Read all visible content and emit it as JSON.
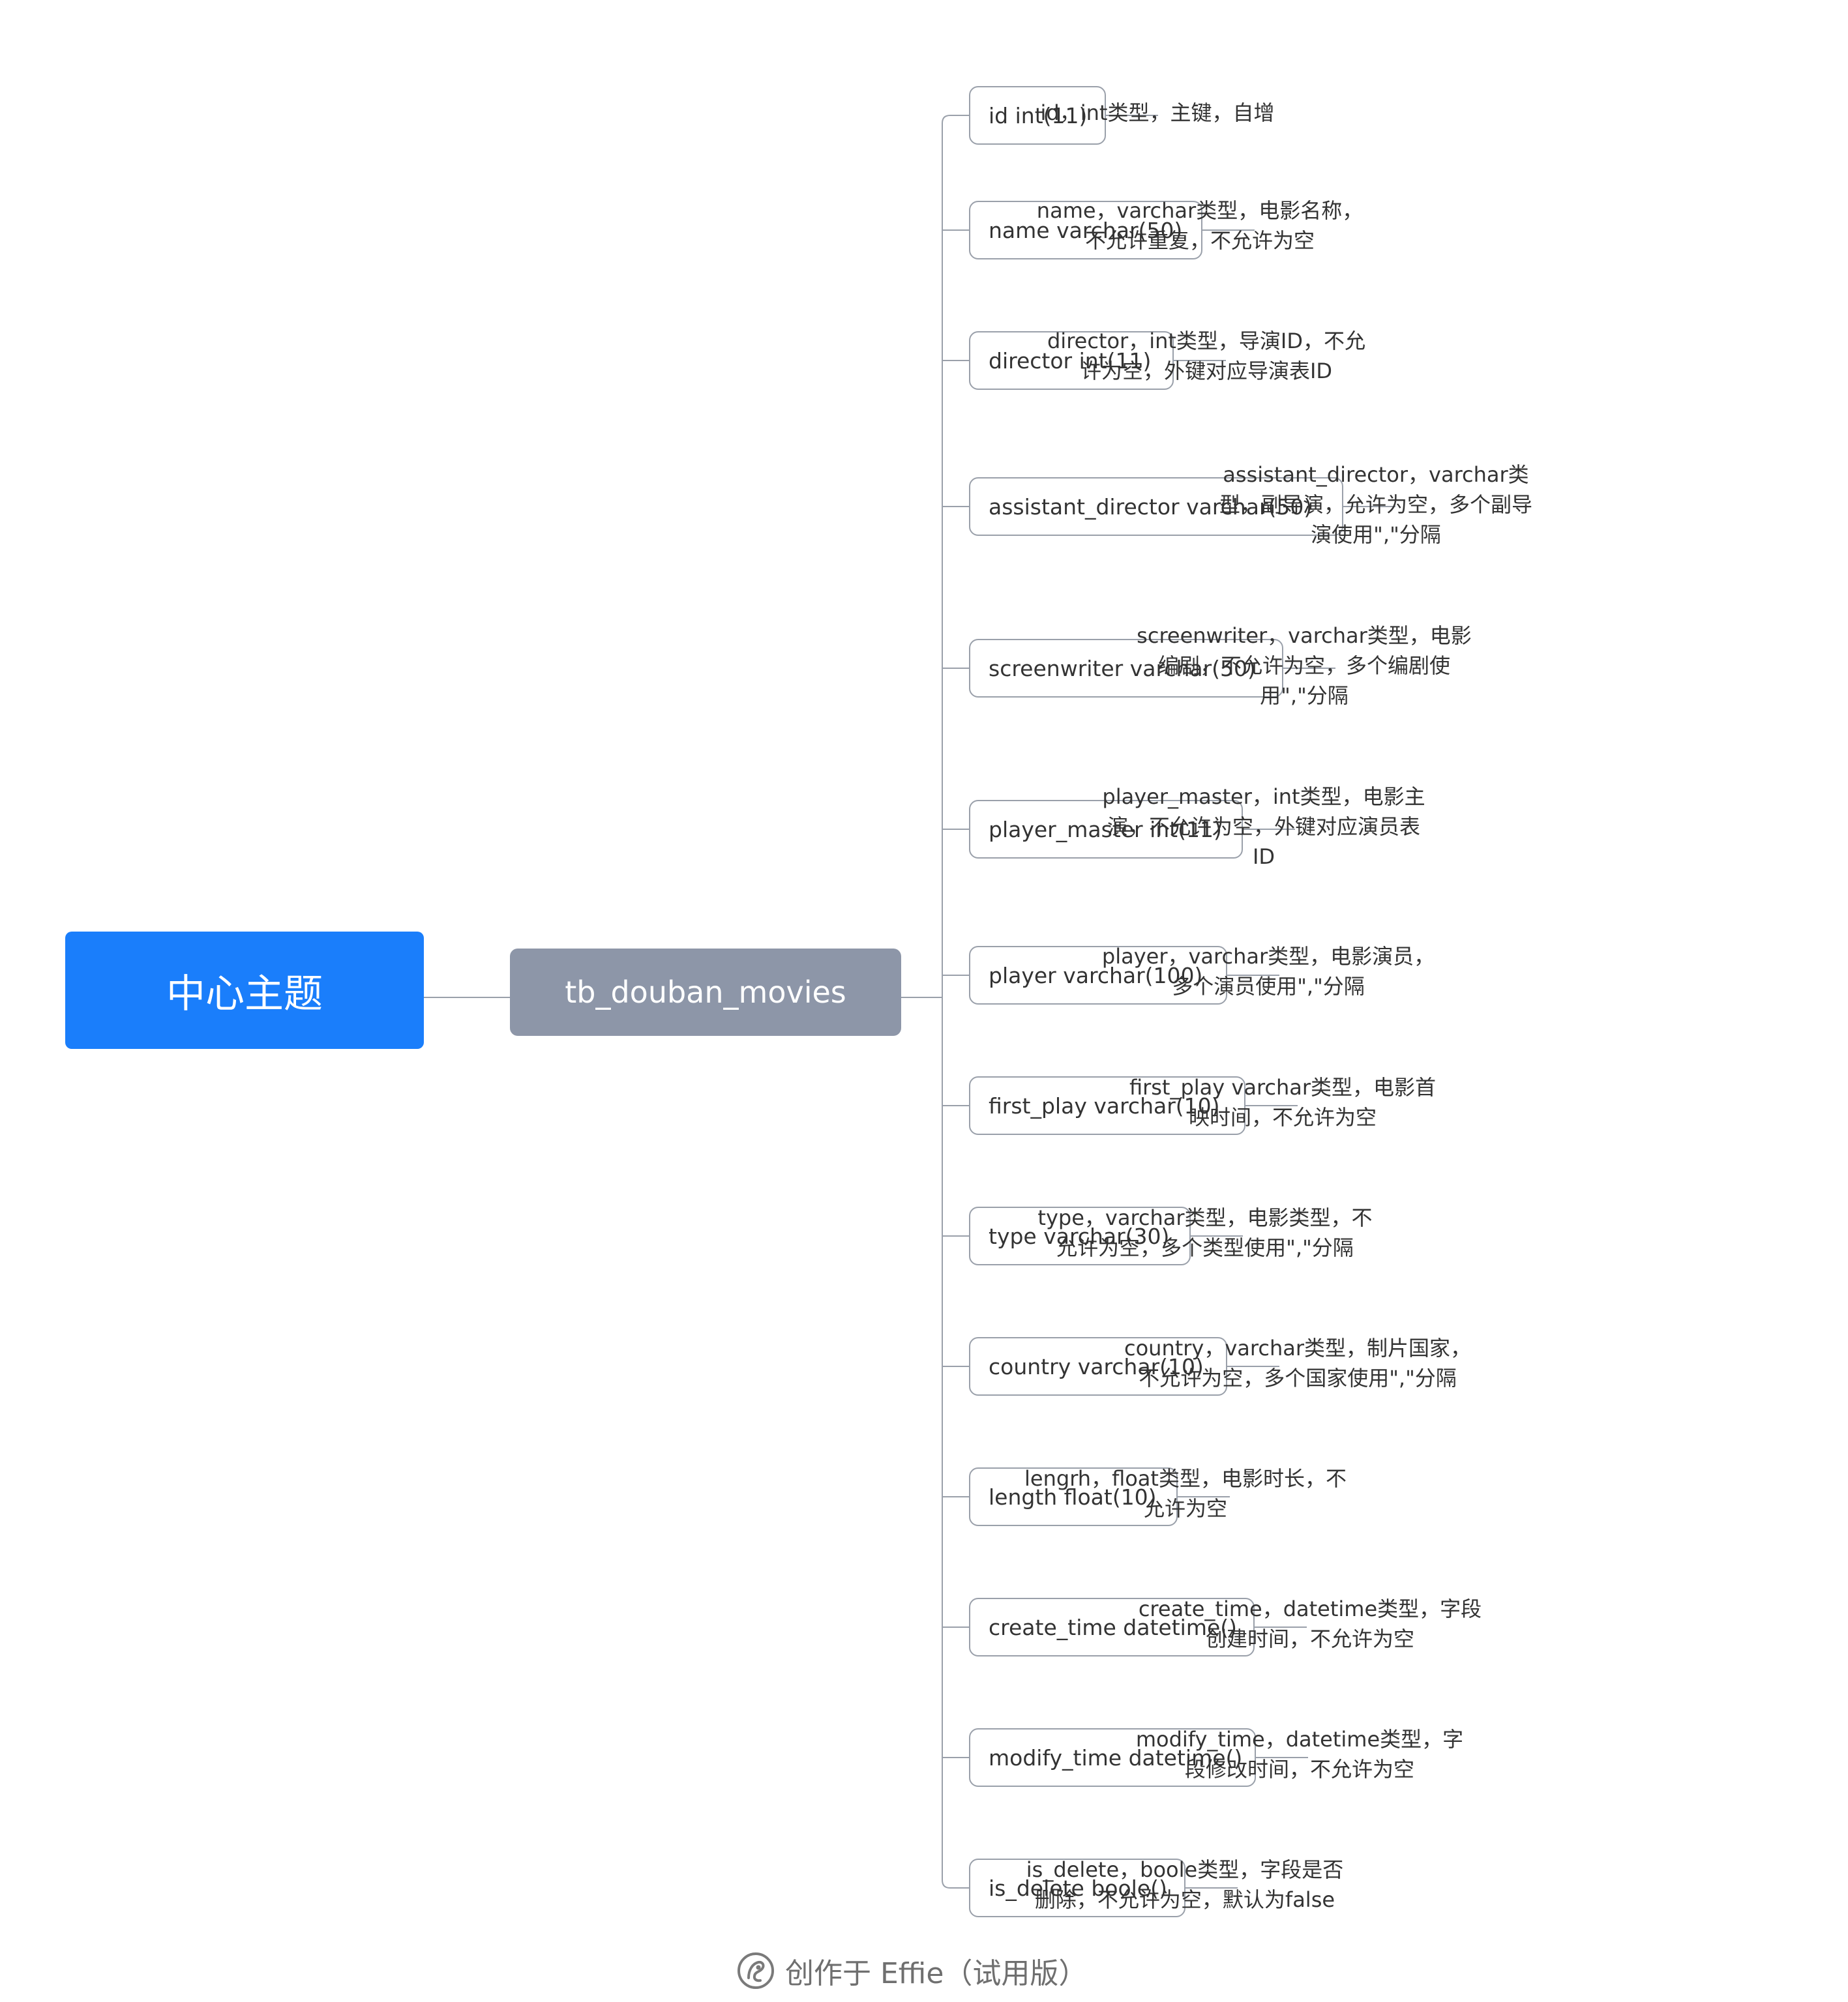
{
  "central_topic": {
    "label": "中心主题"
  },
  "main_topic": {
    "label": "tb_douban_movies"
  },
  "fields": [
    {
      "label": "id int(11)",
      "note": [
        "id，int类型，主键，自增"
      ]
    },
    {
      "label": "name varchar(50)",
      "note": [
        "name，varchar类型，电影名称，",
        "不允许重复，不允许为空"
      ]
    },
    {
      "label": "director int(11)",
      "note": [
        "director，int类型，导演ID，不允",
        "许为空，外键对应导演表ID"
      ]
    },
    {
      "label": "assistant_director varchar(50)",
      "note": [
        "assistant_director，varchar类",
        "型，副导演，允许为空，多个副导",
        "演使用\",\"分隔"
      ]
    },
    {
      "label": "screenwriter varchar(50)",
      "note": [
        "screenwriter，varchar类型，电影",
        "编剧，不允许为空，多个编剧使",
        "用\",\"分隔"
      ]
    },
    {
      "label": "player_master int(11)",
      "note": [
        "player_master，int类型，电影主",
        "演，不允许为空，外键对应演员表",
        "ID"
      ]
    },
    {
      "label": "player varchar(100)",
      "note": [
        "player，varchar类型，电影演员，",
        "多个演员使用\",\"分隔"
      ]
    },
    {
      "label": "first_play varchar(10)",
      "note": [
        "first_play varchar类型，电影首",
        "映时间，不允许为空"
      ]
    },
    {
      "label": "type varchar(30)",
      "note": [
        "type，varchar类型，电影类型，不",
        "允许为空，多个类型使用\",\"分隔"
      ]
    },
    {
      "label": "country varchar(10)",
      "note": [
        "country，varchar类型，制片国家，",
        "不允许为空，多个国家使用\",\"分隔"
      ]
    },
    {
      "label": "length float(10)",
      "note": [
        "lengrh，float类型，电影时长，不",
        "允许为空"
      ]
    },
    {
      "label": "create_time datetime()",
      "note": [
        "create_time，datetime类型，字段",
        "创建时间，不允许为空"
      ]
    },
    {
      "label": "modify_time datetime()",
      "note": [
        "modify_time，datetime类型，字",
        "段修改时间，不允许为空"
      ]
    },
    {
      "label": "is_delete boole()",
      "note": [
        "is_delete，boole类型，字段是否",
        "删除，不允许为空，默认为false"
      ]
    }
  ],
  "watermark": {
    "text": "创作于 Effie（试用版）",
    "icon": "effie-logo-icon"
  },
  "colors": {
    "central_fill": "#1a7efb",
    "main_fill": "#8d96a8",
    "connector": "#9aa0aa",
    "box_border": "#9aa0aa"
  }
}
